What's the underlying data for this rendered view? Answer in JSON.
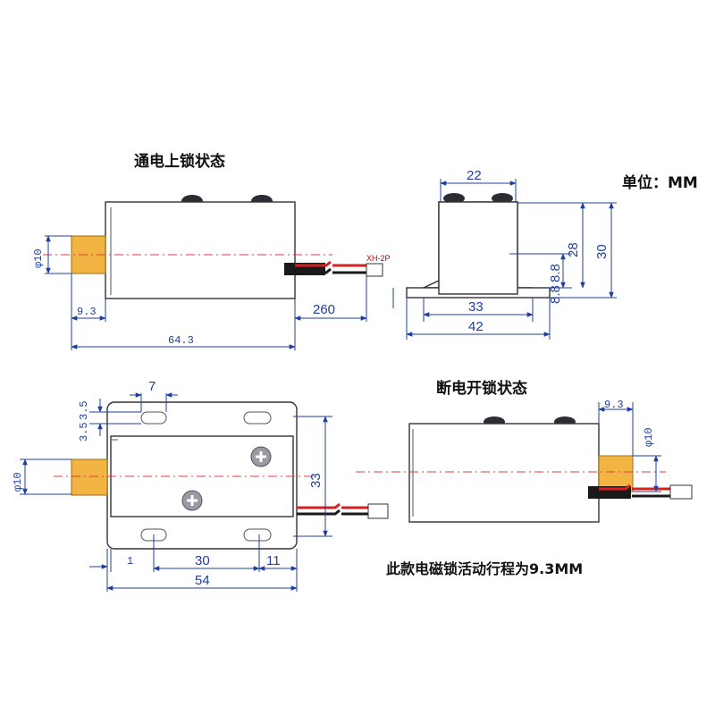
{
  "titles": {
    "powered_locked": "通电上锁状态",
    "unpowered_unlocked": "断电开锁状态",
    "unit": "单位：MM",
    "stroke_note": "此款电磁锁活动行程为9.3MM"
  },
  "connector": "XH-2P",
  "top_side_view": {
    "dia_plunger": "φ10",
    "plunger_len": "9.3",
    "body_len": "64.3",
    "wire_len": "260"
  },
  "end_view": {
    "width_top": "22",
    "height_28": "28",
    "height_30": "30",
    "foot_88a": "8.8",
    "foot_88b": "8.8",
    "base_33": "33",
    "base_42": "42"
  },
  "top_view": {
    "slot_7": "7",
    "slot_35": "3.5",
    "slot_35b": "3.5",
    "dia_plunger": "φ10",
    "height_33": "33",
    "offset_1": "1",
    "hole_30": "30",
    "edge_11": "11",
    "width_54": "54"
  },
  "unlocked_view": {
    "plunger_len": "9.3",
    "dia_plunger": "φ10"
  }
}
